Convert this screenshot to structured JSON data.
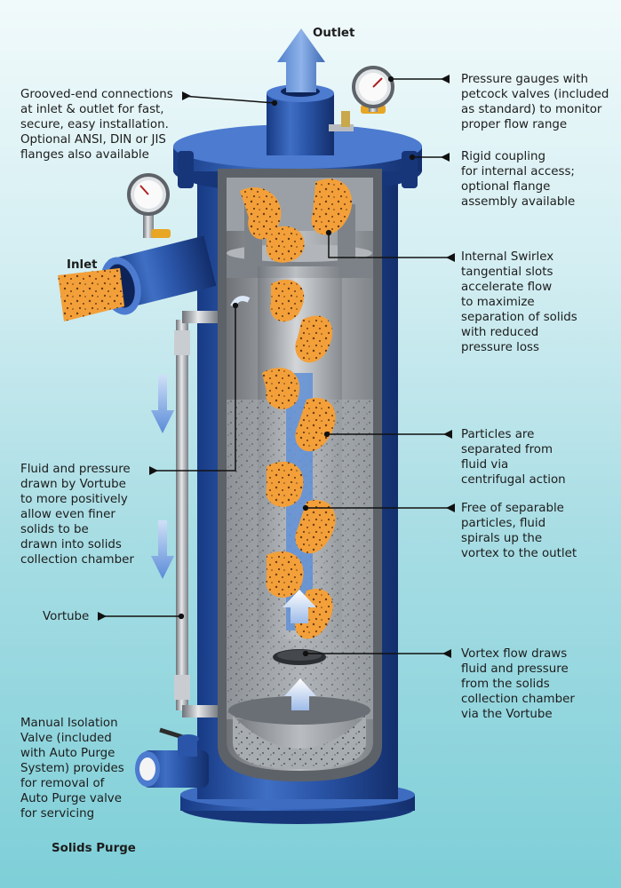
{
  "labels": {
    "outlet": "Outlet",
    "inlet": "Inlet",
    "solids_purge": "Solids Purge",
    "vortube": "Vortube"
  },
  "callouts": {
    "grooved": "Grooved-end connections\nat inlet & outlet for fast,\nsecure, easy installation.\nOptional ANSI, DIN or JIS\nflanges also available",
    "gauges": "Pressure gauges with\npetcock valves (included\nas standard) to monitor\nproper flow range",
    "coupling": "Rigid coupling\nfor internal access;\noptional flange\nassembly available",
    "swirlex": "Internal Swirlex\ntangential slots\naccelerate flow\nto maximize\nseparation of solids\nwith reduced\npressure loss",
    "particles": "Particles are\nseparated from\nfluid via\ncentrifugal action",
    "free": "Free of separable\nparticles, fluid\nspirals up the\nvortex to the outlet",
    "vortex": "Vortex flow draws\nfluid and pressure\nfrom the solids\ncollection chamber\nvia the Vortube",
    "fluid_pressure": "Fluid and pressure\ndrawn by Vortube\nto more positively\nallow even finer\nsolids to be\ndrawn into solids\ncollection chamber",
    "manual_valve": "Manual Isolation\nValve (included\nwith Auto Purge\nSystem) provides\nfor removal of\nAuto Purge valve\nfor servicing"
  },
  "colors": {
    "vessel": "#2a55a8",
    "vessel_dark": "#17367a",
    "interior": "#9ea3a8",
    "ribbon": "#f3a03a",
    "flow_arrow": "#5f8fd6"
  }
}
